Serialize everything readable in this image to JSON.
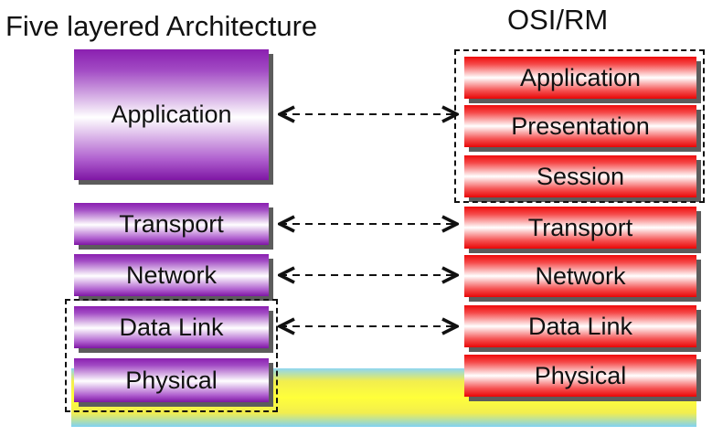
{
  "titles": {
    "left": "Five layered Architecture",
    "right": "OSI/RM"
  },
  "five_layer": [
    "Application",
    "Transport",
    "Network",
    "Data Link",
    "Physical"
  ],
  "osi": [
    "Application",
    "Presentation",
    "Session",
    "Transport",
    "Network",
    "Data Link",
    "Physical"
  ],
  "colors": {
    "five_layer": "#8a1fb0",
    "osi": "#ee0b0b",
    "shadow": "#5c5c5c",
    "band_edge": "#8ed6f2",
    "band_center": "#ffff3a"
  }
}
